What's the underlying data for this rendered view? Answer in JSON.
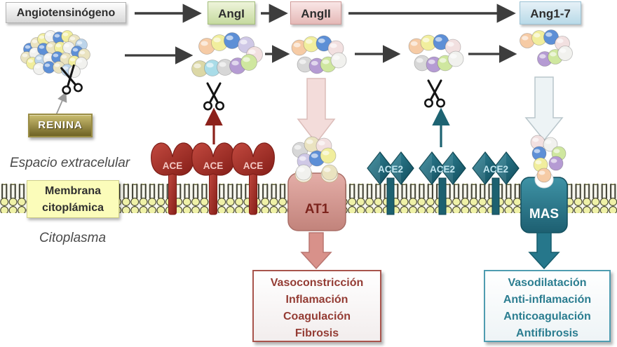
{
  "pathway": {
    "angiotensinogen": "Angiotensinógeno",
    "ang1": "AngI",
    "ang2": "AngII",
    "ang17": "Ang1-7"
  },
  "enzymes": {
    "renin": "RENINA",
    "ace": "ACE",
    "ace2": "ACE2"
  },
  "receptors": {
    "at1": "AT1",
    "mas": "MAS"
  },
  "compartments": {
    "extracellular": "Espacio extracelular",
    "membrane_line1": "Membrana",
    "membrane_line2": "citoplámica",
    "cytoplasm": "Citoplasma"
  },
  "effects": {
    "at1": {
      "items": [
        "Vasoconstricción",
        "Inflamación",
        "Coagulación",
        "Fibrosis"
      ]
    },
    "mas": {
      "items": [
        "Vasodilatación",
        "Anti-inflamación",
        "Anticoagulación",
        "Antifibrosis"
      ]
    }
  },
  "colors": {
    "ace_receptor": "#9d2d24",
    "ace2_receptor": "#1d6170",
    "at1_receptor": "#d49a93",
    "mas_receptor": "#2a7a8c",
    "renin_box": "#8a7c33",
    "at1_effects_text": "#943c34",
    "mas_effects_text": "#2b7d90"
  }
}
